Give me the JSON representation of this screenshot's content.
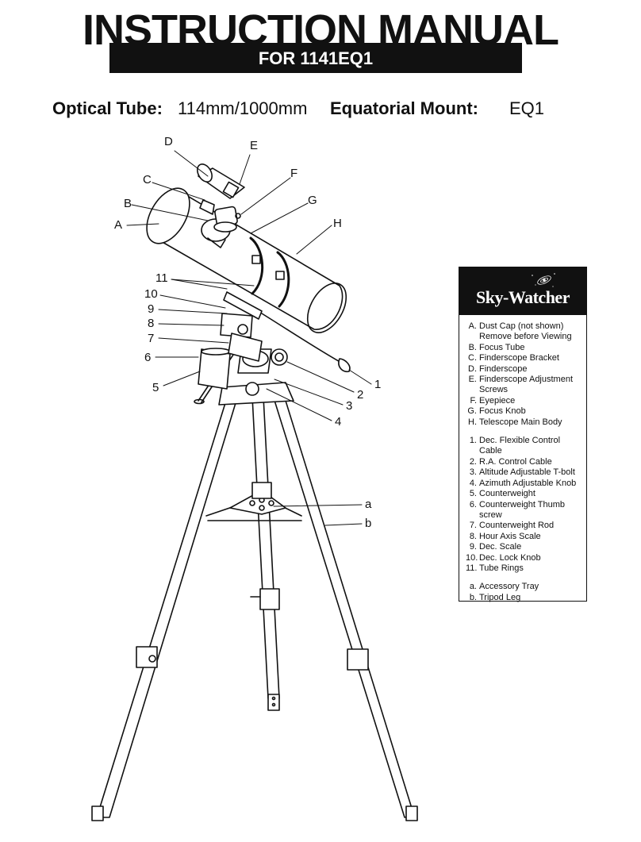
{
  "header": {
    "title": "INSTRUCTION MANUAL",
    "subtitle": "FOR 1141EQ1"
  },
  "specs": {
    "optical_tube_label": "Optical Tube:",
    "optical_tube_value": "114mm/1000mm",
    "mount_label": "Equatorial Mount:",
    "mount_value": "EQ1"
  },
  "legend": {
    "brand": "Sky-Watcher",
    "tube_parts": [
      {
        "key": "A.",
        "text": "Dust Cap (not shown) Remove before Viewing"
      },
      {
        "key": "B.",
        "text": "Focus Tube"
      },
      {
        "key": "C.",
        "text": "Finderscope Bracket"
      },
      {
        "key": "D.",
        "text": "Finderscope"
      },
      {
        "key": "E.",
        "text": "Finderscope Adjustment Screws"
      },
      {
        "key": "F.",
        "text": "Eyepiece"
      },
      {
        "key": "G.",
        "text": "Focus Knob"
      },
      {
        "key": "H.",
        "text": "Telescope Main Body"
      }
    ],
    "mount_parts": [
      {
        "key": "1.",
        "text": "Dec. Flexible Control Cable"
      },
      {
        "key": "2.",
        "text": "R.A. Control Cable"
      },
      {
        "key": "3.",
        "text": "Altitude Adjustable T-bolt"
      },
      {
        "key": "4.",
        "text": "Azimuth Adjustable Knob"
      },
      {
        "key": "5.",
        "text": "Counterweight"
      },
      {
        "key": "6.",
        "text": "Counterweight Thumb screw"
      },
      {
        "key": "7.",
        "text": "Counterweight Rod"
      },
      {
        "key": "8.",
        "text": "Hour Axis Scale"
      },
      {
        "key": "9.",
        "text": "Dec. Scale"
      },
      {
        "key": "10.",
        "text": "Dec. Lock Knob"
      },
      {
        "key": "11.",
        "text": "Tube Rings"
      }
    ],
    "tripod_parts": [
      {
        "key": "a.",
        "text": "Accessory Tray"
      },
      {
        "key": "b.",
        "text": "Tripod Leg"
      }
    ]
  },
  "callouts": {
    "A": "A",
    "B": "B",
    "C": "C",
    "D": "D",
    "E": "E",
    "F": "F",
    "G": "G",
    "H": "H",
    "n1": "1",
    "n2": "2",
    "n3": "3",
    "n4": "4",
    "n5": "5",
    "n6": "6",
    "n7": "7",
    "n8": "8",
    "n9": "9",
    "n10": "10",
    "n11": "11",
    "a": "a",
    "b": "b"
  }
}
